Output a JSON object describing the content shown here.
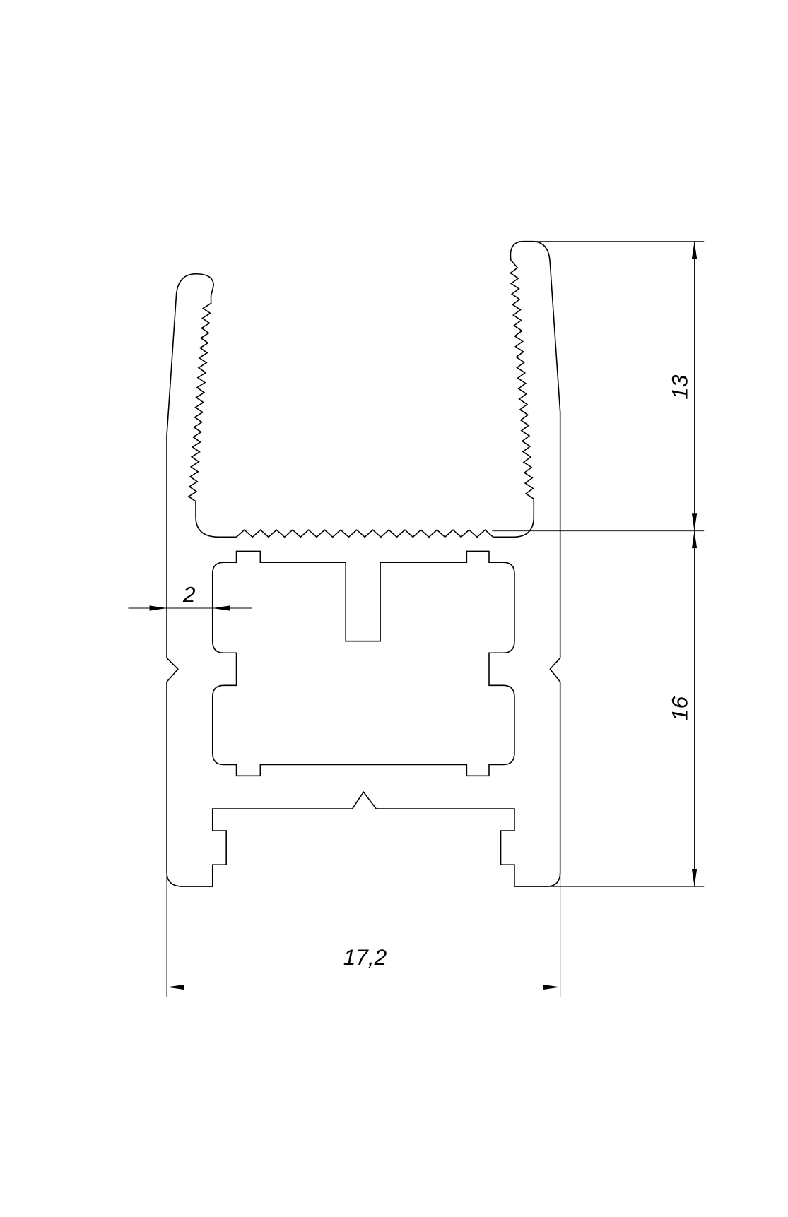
{
  "drawing": {
    "dimensions": {
      "width_total": "17,2",
      "wall_thickness": "2",
      "upper_channel_height": "13",
      "lower_body_height": "16"
    },
    "colors": {
      "line": "#000000",
      "background": "#ffffff"
    }
  }
}
